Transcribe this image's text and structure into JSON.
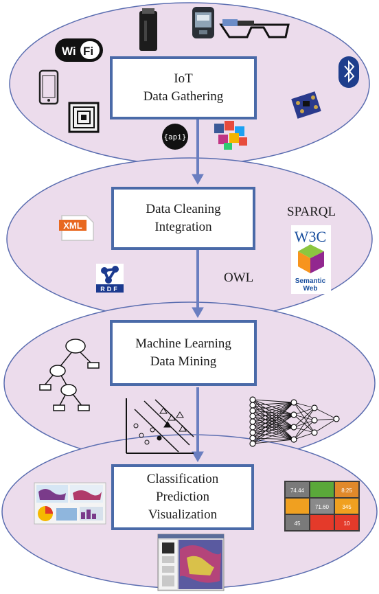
{
  "colors": {
    "ellipse_fill": "#ecdcec",
    "ellipse_stroke": "#5a6db0",
    "box_border": "#4a6aa8",
    "arrow": "#6a7ec0"
  },
  "stages": [
    {
      "lines": [
        "IoT",
        "Data Gathering"
      ]
    },
    {
      "lines": [
        "Data Cleaning",
        "Integration"
      ]
    },
    {
      "lines": [
        "Machine Learning",
        "Data Mining"
      ]
    },
    {
      "lines": [
        "Classification",
        "Prediction",
        "Visualization"
      ]
    }
  ],
  "labels": {
    "sparql": "SPARQL",
    "owl": "OWL",
    "xml": "XML",
    "rdf": "RDF",
    "api": "{api}",
    "wifi_a": "Wi",
    "wifi_b": "Fi",
    "w3c": "W3C",
    "semantic_a": "Semantic",
    "semantic_b": "Web"
  },
  "dashboard_values": [
    "74.44",
    "8:25",
    "71.60",
    "345",
    "45",
    "10"
  ],
  "icons": [
    "wifi-icon",
    "smartphone-icon",
    "rfid-chip-icon",
    "usb-stick-icon",
    "wearable-device-icon",
    "smart-glasses-icon",
    "bluetooth-icon",
    "sensor-board-icon",
    "api-icon",
    "social-media-icon",
    "xml-icon",
    "rdf-icon",
    "w3c-semantic-web-icon",
    "decision-tree-icon",
    "svm-plot-icon",
    "neural-network-icon",
    "world-map-dashboard-icon",
    "kpi-dashboard-icon",
    "europe-map-screenshot-icon"
  ]
}
